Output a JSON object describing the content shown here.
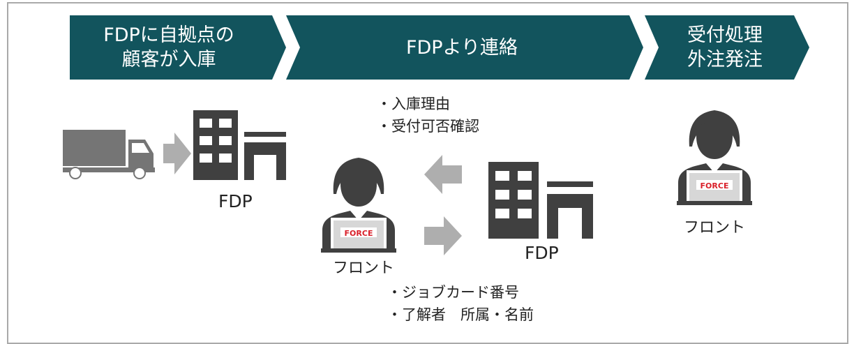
{
  "colors": {
    "banner_fill": "#12545d",
    "banner_text": "#ffffff",
    "icon_dark": "#404040",
    "truck_gray": "#757575",
    "arrow_gray": "#aeaeae",
    "logo_red": "#d9202a"
  },
  "banners": [
    {
      "line1": "FDPに自拠点の",
      "line2": "顧客が入庫"
    },
    {
      "line1": "FDPより連絡"
    },
    {
      "line1": "受付処理",
      "line2": "外注発注"
    }
  ],
  "left_scene": {
    "icons": [
      "truck-icon",
      "arrow-right-icon",
      "building-icon"
    ],
    "building_label": "FDP"
  },
  "middle_scene": {
    "notes_top": [
      "・入庫理由",
      "・受付可否確認"
    ],
    "operator_label": "フロント",
    "building_label": "FDP",
    "notes_bottom": [
      "・ジョブカード番号",
      "・了解者　所属・名前"
    ],
    "arrows": [
      "arrow-left-icon",
      "arrow-right-icon"
    ]
  },
  "right_scene": {
    "operator_label": "フロント"
  },
  "laptop_logo": "FORCE"
}
